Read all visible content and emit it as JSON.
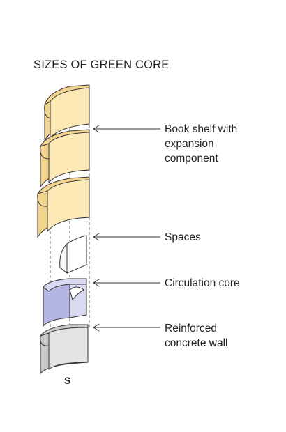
{
  "title": "SIZES OF GREEN CORE",
  "labels": {
    "bookshelf_line1": "Book shelf with",
    "bookshelf_line2": "expansion",
    "bookshelf_line3": "component",
    "spaces": "Spaces",
    "circulation": "Circulation core",
    "wall_line1": "Reinforced",
    "wall_line2": "concrete wall"
  },
  "size_letter": "S",
  "colors": {
    "bookshelf_light": "#fbe8b4",
    "bookshelf_dark": "#f2d48e",
    "spaces": "#ffffff",
    "circulation_light": "#d9d9f2",
    "circulation_dark": "#b5b5e3",
    "wall_light": "#e4e4e4",
    "wall_dark": "#c9c9c9",
    "stroke": "#333333"
  }
}
